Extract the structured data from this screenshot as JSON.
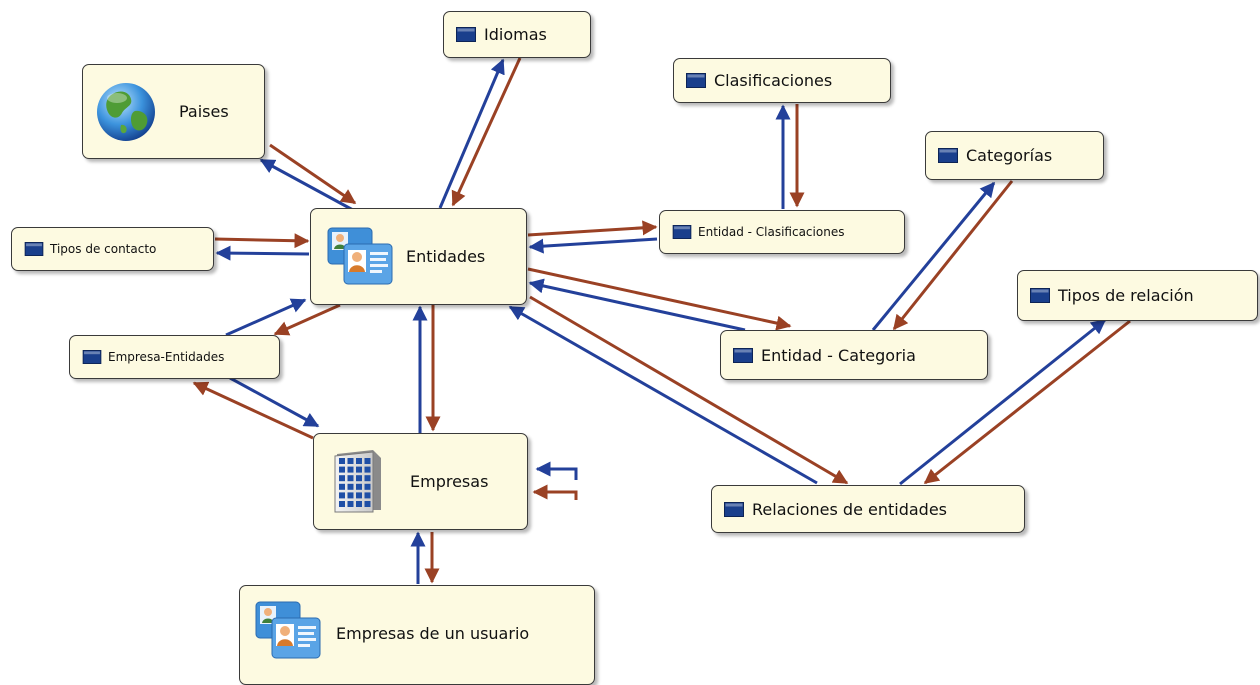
{
  "colors": {
    "node_fill": "#fdfae1",
    "node_border": "#3a3a3a",
    "outgoing_arrow": "#9a4124",
    "incoming_arrow": "#23409a",
    "folder_icon": "#1a3f8c"
  },
  "nodes": {
    "paises": {
      "label": "Paises",
      "icon": "globe-icon"
    },
    "idiomas": {
      "label": "Idiomas",
      "icon": "folder-icon"
    },
    "clasificaciones": {
      "label": "Clasificaciones",
      "icon": "folder-icon"
    },
    "categorias": {
      "label": "Categorías",
      "icon": "folder-icon"
    },
    "tipos_contacto": {
      "label": "Tipos de contacto",
      "icon": "folder-icon"
    },
    "entidades": {
      "label": "Entidades",
      "icon": "contact-cards-icon"
    },
    "entidad_clasificaciones": {
      "label": "Entidad - Clasificaciones",
      "icon": "folder-icon"
    },
    "tipos_relacion": {
      "label": "Tipos de relación",
      "icon": "folder-icon"
    },
    "empresa_entidades": {
      "label": "Empresa-Entidades",
      "icon": "folder-icon"
    },
    "entidad_categoria": {
      "label": "Entidad - Categoria",
      "icon": "folder-icon"
    },
    "empresas": {
      "label": "Empresas",
      "icon": "building-icon"
    },
    "relaciones_entidades": {
      "label": "Relaciones de entidades",
      "icon": "folder-icon"
    },
    "empresas_usuario": {
      "label": "Empresas de un usuario",
      "icon": "contact-cards-icon"
    }
  }
}
